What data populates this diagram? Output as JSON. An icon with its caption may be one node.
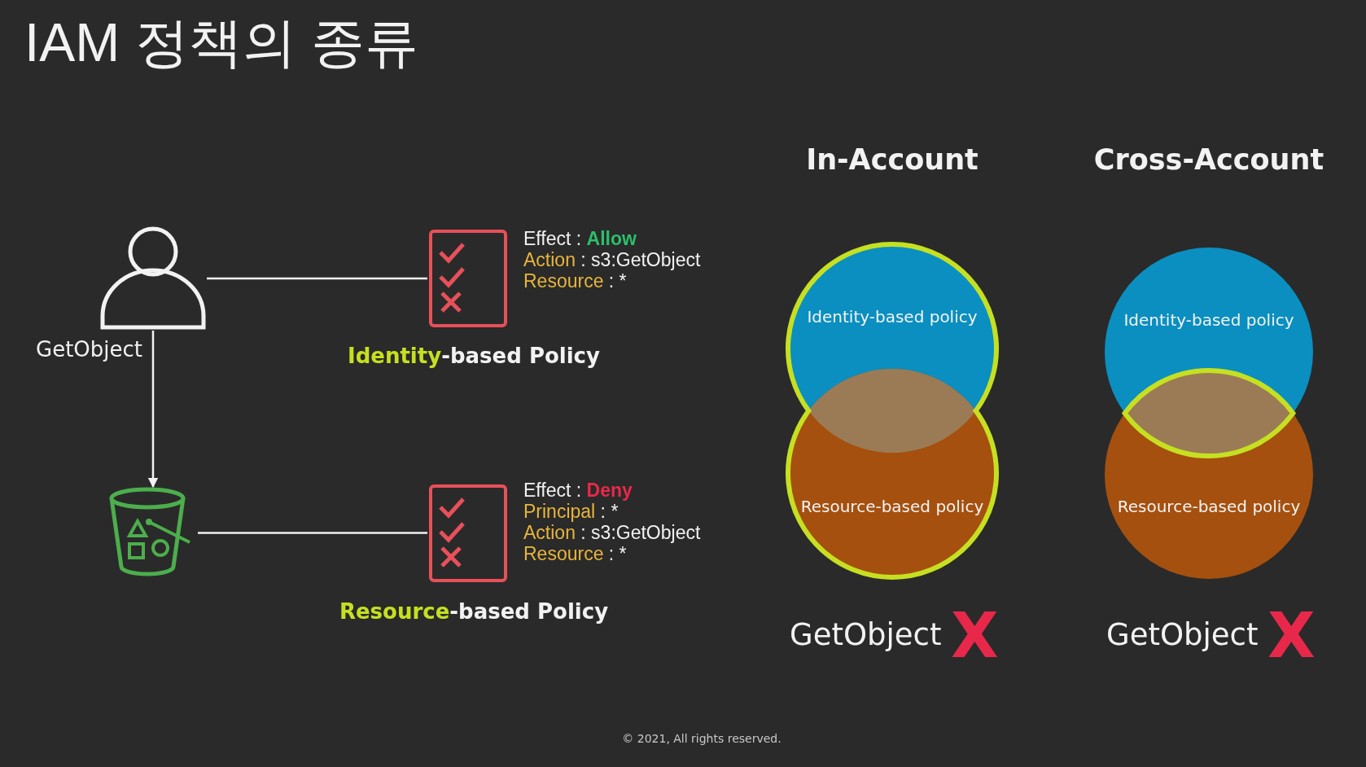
{
  "diagram": {
    "title": "IAM 정책의 종류",
    "nodes": [
      {
        "text": [],
        "shape": "person",
        "beside": [
          "GetObject"
        ]
      },
      {
        "text": [
          "Effect : Allow",
          "Action : s3:GetObject",
          "Resource : *"
        ],
        "beside": [
          "Identity-based Policy"
        ]
      },
      {
        "text": [],
        "shape": "bucket"
      },
      {
        "text": [
          "Effect : Deny",
          "Principal : *",
          "Action : s3:GetObject",
          "Resource : *"
        ],
        "beside": [
          "Resource-based Policy"
        ]
      },
      {
        "text": [
          "Identity-based policy"
        ]
      },
      {
        "text": [
          "Resource-based policy"
        ]
      },
      {
        "text": [
          "Identity-based policy"
        ]
      },
      {
        "text": [
          "Resource-based policy"
        ]
      }
    ],
    "edges": [
      {
        "from": 0,
        "to": 1,
        "arrow": "none"
      },
      {
        "from": 0,
        "to": 2,
        "arrow": "to"
      },
      {
        "from": 2,
        "to": 3,
        "arrow": "none"
      }
    ],
    "labels": [
      "In-Account",
      "Cross-Account",
      "GetObject",
      "X",
      "GetObject",
      "X",
      "© 2021, All rights reserved."
    ]
  }
}
